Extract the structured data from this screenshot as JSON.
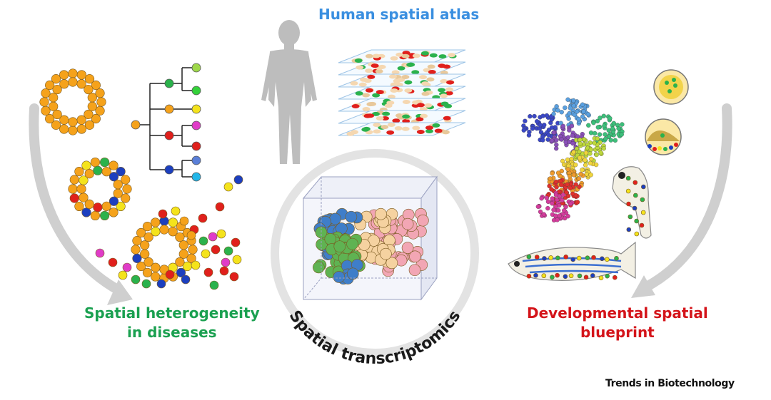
{
  "labels": {
    "human_atlas": "Human spatial atlas",
    "heterogeneity_line1": "Spatial heterogeneity",
    "heterogeneity_line2": "in diseases",
    "developmental_line1": "Developmental spatial",
    "developmental_line2": "blueprint",
    "center": "Spatial transcriptomics",
    "journal": "Trends in Biotechnology"
  },
  "colors": {
    "atlas_title": "#3a8fe0",
    "heterogeneity_title": "#1aa050",
    "developmental_title": "#d4141a",
    "arrow": "#cfcfcf",
    "orange_cell": "#f5a21b",
    "red_cell": "#e0201c",
    "green_cell": "#2bb24c",
    "blue_cell": "#1c3fbf",
    "yellow_cell": "#f4e31c",
    "magenta_cell": "#e03cc8",
    "cube_blue": "#3f7ec9",
    "cube_green": "#5fb352",
    "cube_peach": "#f5d2a0",
    "cube_pink": "#f2a6b4"
  },
  "icons": [
    "human-silhouette-icon",
    "lineage-tree-icon",
    "stacked-tissue-layers-icon",
    "cell-cube-icon",
    "embryo-icon",
    "zebrafish-larva-icon",
    "zebrafish-adult-icon"
  ]
}
